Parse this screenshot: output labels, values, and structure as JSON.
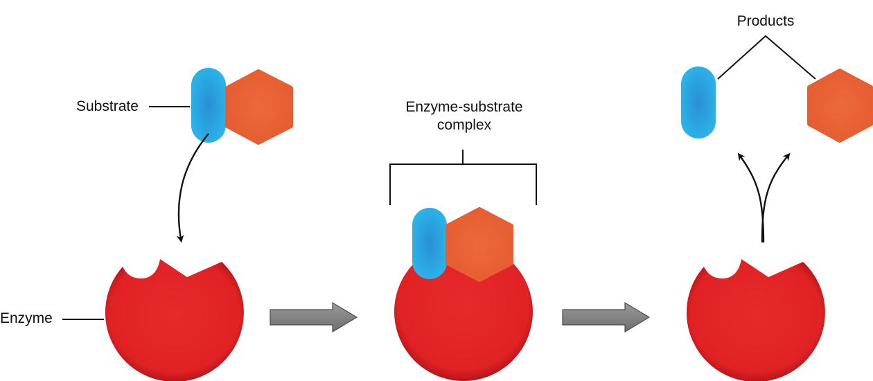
{
  "labels": {
    "substrate": "Substrate",
    "enzyme": "Enzyme",
    "complex_line1": "Enzyme-substrate",
    "complex_line2": "complex",
    "products": "Products"
  },
  "colors": {
    "enzyme": "#e32526",
    "enzyme_shadow": "#b8141a",
    "blue_piece": "#2bb7ea",
    "orange_piece": "#ea6337",
    "process_arrow": "#808080",
    "lines": "#111111"
  },
  "icons": [
    "enzyme-icon",
    "substrate-blue-piece-icon",
    "substrate-orange-piece-icon",
    "reaction-arrow-icon"
  ]
}
